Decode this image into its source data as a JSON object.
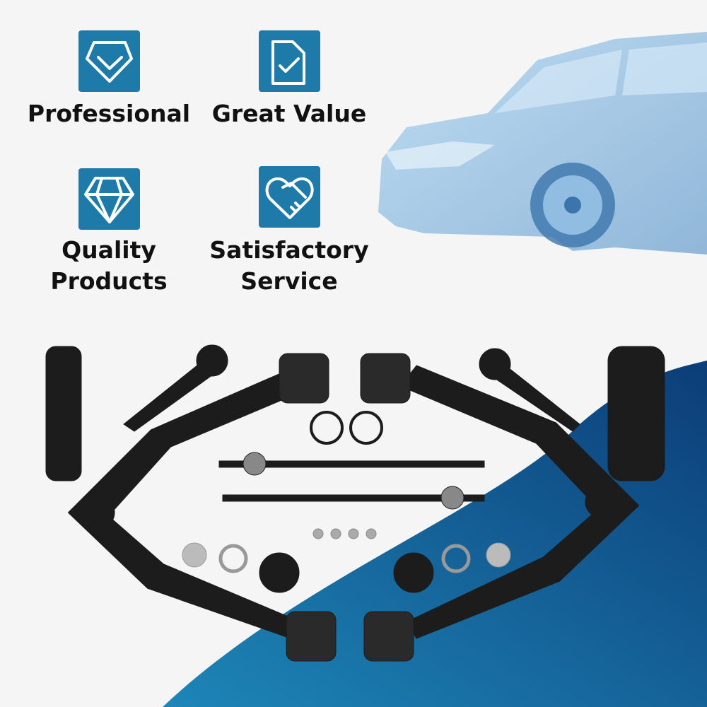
{
  "features": [
    {
      "label": "Professional",
      "icon": "shield-check-icon"
    },
    {
      "label": "Great Value",
      "icon": "document-check-icon"
    },
    {
      "label": "Quality Products",
      "label_lines": [
        "Quality",
        "Products"
      ],
      "icon": "diamond-icon"
    },
    {
      "label": "Satisfactory Service",
      "label_lines": [
        "Satisfactory",
        "Service"
      ],
      "icon": "heart-handshake-icon"
    }
  ],
  "colors": {
    "icon_bg": "#1e7aa8",
    "background": "#f5f5f5",
    "wave_light": "#1d7fb4",
    "wave_dark": "#0c3d78",
    "parts": "#1c1c1c"
  }
}
